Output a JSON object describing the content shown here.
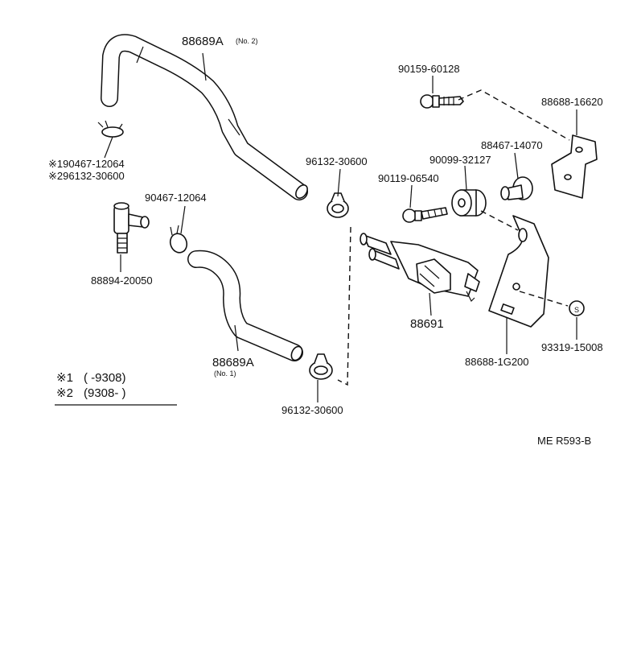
{
  "labels": {
    "hose_no2": "88689A",
    "hose_no2_sub": "(No. 2)",
    "hose_no1": "88689A",
    "hose_no1_sub": "(No. 1)",
    "screw_top": "90159-60128",
    "bracket_top": "88688-16620",
    "damper": "88467-14070",
    "cushion": "90099-32127",
    "bolt": "90119-06540",
    "clamp_upper": "96132-30600",
    "clamp_lower": "96132-30600",
    "clip_mid": "90467-12064",
    "joint": "88894-20050",
    "clip_note1": "※190467-12064",
    "clip_note2": "※296132-30600",
    "valve": "88691",
    "bracket_bottom": "88688-1G200",
    "nut": "93319-15008",
    "diagram_id": "ME R593-B"
  },
  "legend": {
    "row1_mark": "※1",
    "row1_text": "(        -9308)",
    "row2_mark": "※2",
    "row2_text": "(9308-           )"
  }
}
